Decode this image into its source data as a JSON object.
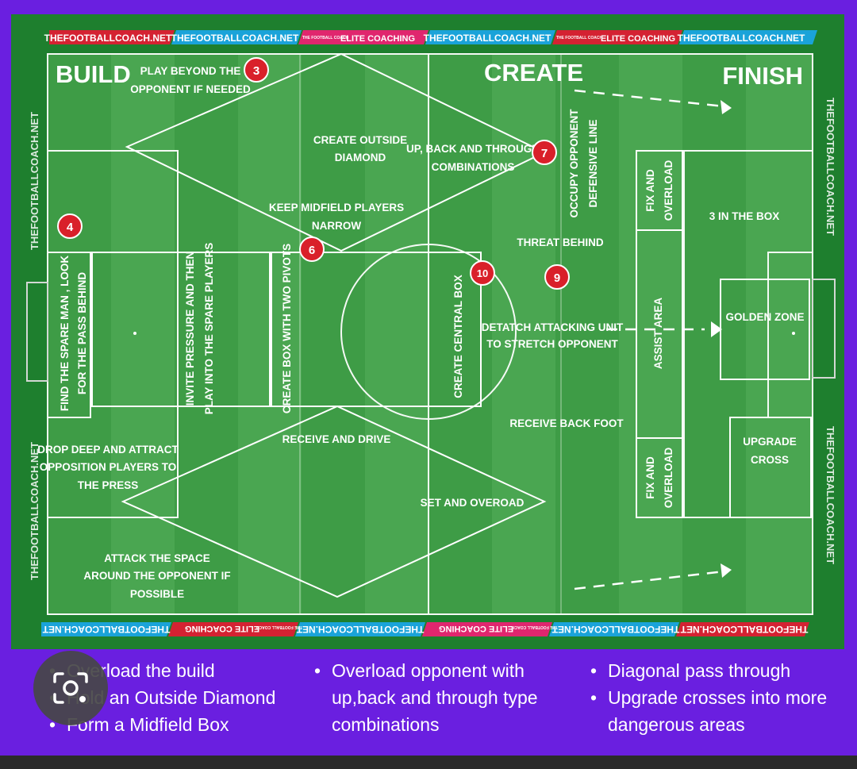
{
  "phases": {
    "build": "BUILD",
    "create": "CREATE",
    "finish": "FINISH"
  },
  "banner": {
    "site": "THEFOOTBALLCOACH.NET",
    "elite": "ELITE COACHING",
    "tiny": "THE FOOTBALL COACH"
  },
  "side_watermark": "THEFOOTBALLCOACH.NET",
  "labels": {
    "play_beyond_1": "PLAY BEYOND THE",
    "play_beyond_2": "OPPONENT IF NEEDED",
    "outside_diamond_1": "CREATE OUTSIDE",
    "outside_diamond_2": "DIAMOND",
    "up_back_1": "UP, BACK AND THROUGH",
    "up_back_2": "COMBINATIONS",
    "keep_narrow_1": "KEEP MIDFIELD PLAYERS",
    "keep_narrow_2": "NARROW",
    "occupy_1": "OCCUPY OPPONENT",
    "occupy_2": "DEFENSIVE LINE",
    "fix_overload_1": "FIX AND",
    "fix_overload_2": "OVERLOAD",
    "three_in_box": "3 IN THE BOX",
    "threat_behind": "THREAT BEHIND",
    "spare_man_1": "FIND THE SPARE MAN , LOOK",
    "spare_man_2": "FOR THE PASS BEHIND",
    "invite_1": "INVITE PRESSURE AND THEN",
    "invite_2": "PLAY INTO THE SPARE PLAYERS",
    "two_pivots": "CREATE BOX WITH TWO PIVOTS",
    "central_box": "CREATE CENTRAL BOX",
    "detatch_1": "DETATCH ATTACKING UNIT",
    "detatch_2": "TO STRETCH OPPONENT",
    "assist_area": "ASSIST AREA",
    "golden_zone": "GOLDEN ZONE",
    "receive_back_foot": "RECEIVE BACK FOOT",
    "upgrade_1": "UPGRADE",
    "upgrade_2": "CROSS",
    "drop_deep_1": "DROP DEEP AND ATTRACT",
    "drop_deep_2": "OPPOSITION PLAYERS TO",
    "drop_deep_3": "THE PRESS",
    "receive_drive": "RECEIVE AND DRIVE",
    "set_overload": "SET AND OVEROAD",
    "attack_space_1": "ATTACK THE SPACE",
    "attack_space_2": "AROUND THE OPPONENT IF",
    "attack_space_3": "POSSIBLE"
  },
  "badges": {
    "b3": "3",
    "b4": "4",
    "b6": "6",
    "b7": "7",
    "b9": "9",
    "b10": "10"
  },
  "bullets": {
    "col1": [
      "Overload the build",
      "Hold an Outside Diamond",
      "Form a Midfield Box"
    ],
    "col2": [
      "Overload opponent with up,back and through type combinations"
    ],
    "col3": [
      "Diagonal pass through",
      "Upgrade crosses into more dangerous areas"
    ]
  },
  "colors": {
    "background": "#6a1fe0",
    "pitch": "#1e7f2e",
    "badge": "#d9202a",
    "banner_red": "#d42232",
    "banner_blue": "#1aa3d9",
    "banner_pink": "#e0266e"
  }
}
